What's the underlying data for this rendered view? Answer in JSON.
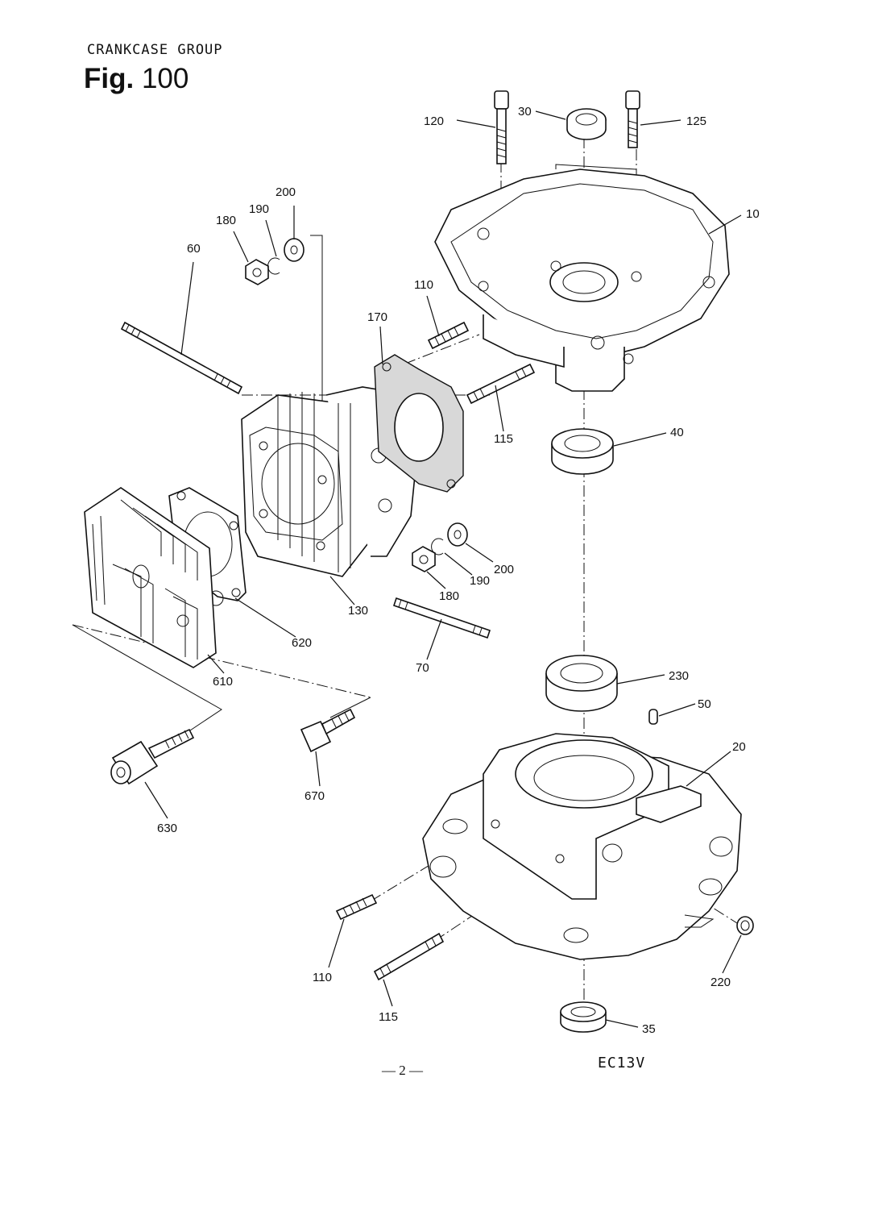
{
  "header": {
    "group_title": "CRANKCASE GROUP",
    "fig_prefix": "Fig.",
    "fig_number": "100"
  },
  "footer": {
    "page_number": "— 2 —",
    "model": "EC13V"
  },
  "labels": {
    "p10": "10",
    "p20": "20",
    "p30": "30",
    "p35": "35",
    "p40": "40",
    "p50": "50",
    "p60": "60",
    "p70": "70",
    "p110a": "110",
    "p110b": "110",
    "p115a": "115",
    "p115b": "115",
    "p120": "120",
    "p125": "125",
    "p130": "130",
    "p170": "170",
    "p180a": "180",
    "p180b": "180",
    "p190a": "190",
    "p190b": "190",
    "p200a": "200",
    "p200b": "200",
    "p220": "220",
    "p230": "230",
    "p610": "610",
    "p620": "620",
    "p630": "630",
    "p670": "670"
  }
}
